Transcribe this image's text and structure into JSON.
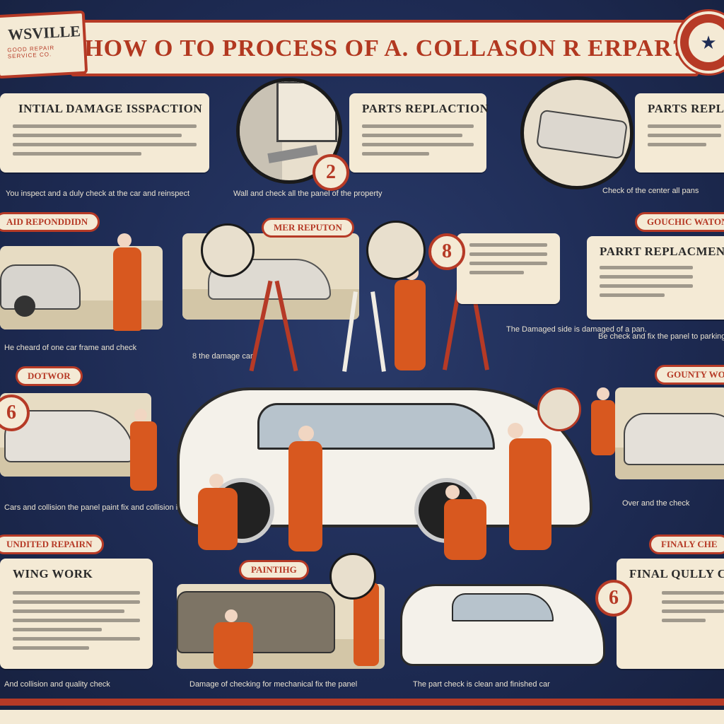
{
  "header": {
    "title": "HOW O TO PROCESS OF A. COLLASON R ERPAR?",
    "logo_main": "WSVILLE",
    "logo_sub": "GOOD REPAIR SERVICE CO."
  },
  "colors": {
    "navy": "#1f2d55",
    "cream": "#f4ead5",
    "red": "#b63a26",
    "orange": "#d8581f"
  },
  "cards": {
    "initial": {
      "title": "INTIAL DAMAGE ISSPACTION",
      "caption": "You inspect and a duly check at the car and reinspect"
    },
    "parts_top": {
      "title": "PARTS REPLACTION",
      "caption": "Wall and check all the panel of the property"
    },
    "parts_top_right": {
      "title": "PARTS REPLAC",
      "caption": "Check of the center all pans"
    },
    "part_replacement": {
      "title": "PARRT REPLACMEN",
      "caption": "Be check and fix the panel to parking"
    },
    "final": {
      "title": "FINAL QULLY CHE"
    },
    "work": {
      "title": "WING WORK"
    }
  },
  "tags": {
    "left_demolition": "AID REPONDDIDN",
    "center_mid": "MER REPUTON",
    "right_mid": "GOUCHIC WATON",
    "left_body": "DOTWOR",
    "right_body": "GOUNTY WORK",
    "left_bottom": "UNDITED REPAIRN",
    "painting": "PAINTIHG",
    "final_tag": "FINALY CHE"
  },
  "badges": {
    "parts": "2",
    "center": "8",
    "left": "6",
    "final": "6"
  },
  "captions": {
    "left_mid": "He cheard of one car frame and check",
    "center_left": "8 the damage car",
    "center_right": "The Damaged side is damaged of a pan.",
    "bottom_left": "Cars and collision the panel paint fix and collision is done",
    "bottom_center": "Damage of checking for mechanical fix the panel",
    "bottom_right": "The part check is clean and finished car",
    "bottom_far_left": "And collision and quality check",
    "bottom_far_right": "Over and the check"
  }
}
